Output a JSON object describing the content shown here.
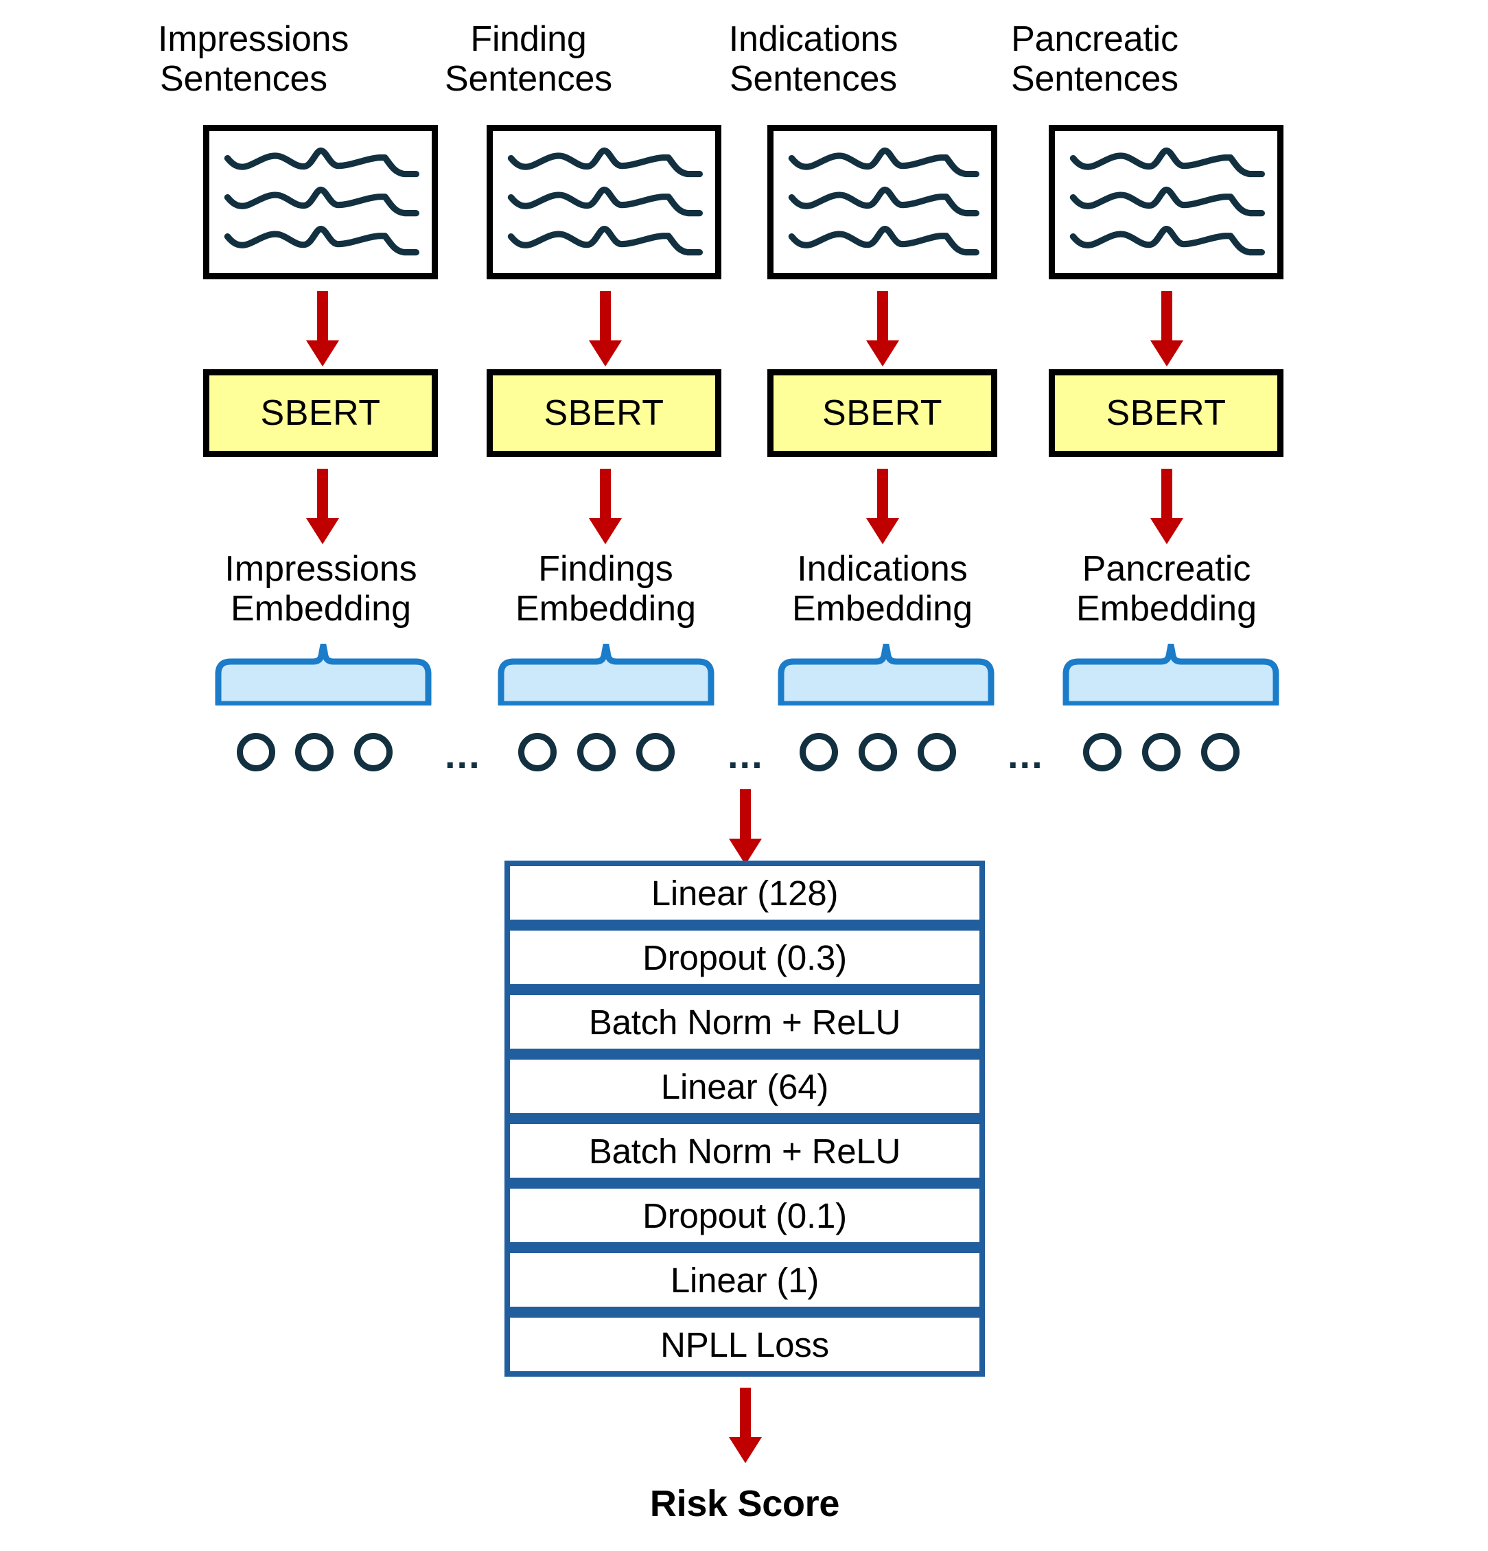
{
  "figure": {
    "background_color": "#FFFFFF",
    "accent_colors": {
      "arrow_red": "#C00000",
      "sbert_fill": "#FFFF99",
      "box_border_black": "#000000",
      "brace_stroke": "#1B7CC9",
      "brace_fill": "#CCE9FB",
      "circle_stroke": "#12303F",
      "layer_border_blue": "#215E9E",
      "squiggle_color": "#12303F"
    }
  },
  "columns": [
    {
      "title": "Impressions\nSentences",
      "doc_name": "impressions-sentences-document",
      "encoder_label": "SBERT",
      "embedding_title": "Impressions\nEmbedding",
      "circle_count": 3,
      "ellipsis": "..."
    },
    {
      "title": "Finding\nSentences",
      "doc_name": "finding-sentences-document",
      "encoder_label": "SBERT",
      "embedding_title": "Findings\nEmbedding",
      "circle_count": 3,
      "ellipsis": "..."
    },
    {
      "title": "Indications\nSentences",
      "doc_name": "indications-sentences-document",
      "encoder_label": "SBERT",
      "embedding_title": "Indications\nEmbedding",
      "circle_count": 3,
      "ellipsis": "..."
    },
    {
      "title": "Pancreatic\nSentences",
      "doc_name": "pancreatic-sentences-document",
      "encoder_label": "SBERT",
      "embedding_title": "Pancreatic\nEmbedding",
      "circle_count": 3,
      "ellipsis": ""
    }
  ],
  "mlp_stack": {
    "layers": [
      {
        "label": "Linear (128)"
      },
      {
        "label": "Dropout (0.3)"
      },
      {
        "label": "Batch Norm + ReLU"
      },
      {
        "label": "Linear (64)"
      },
      {
        "label": "Batch Norm + ReLU"
      },
      {
        "label": "Dropout (0.1)"
      },
      {
        "label": "Linear (1)"
      },
      {
        "label": "NPLL Loss"
      }
    ]
  },
  "output": {
    "label": "Risk Score"
  }
}
